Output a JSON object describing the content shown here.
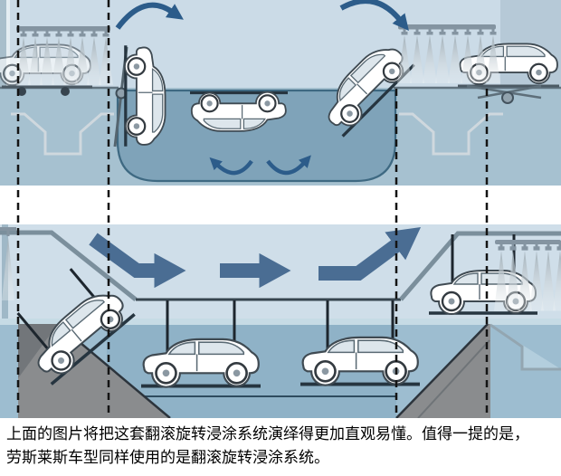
{
  "caption": {
    "line1": "上面的图片将把这套翻滚旋转浸涂系统演绎得更加直观易懂。值得一提的是，",
    "line2": "劳斯莱斯车型同样使用的是翻滚旋转浸涂系统。"
  },
  "colors": {
    "panel_bg_top": "#cbdbe7",
    "panel_bg_bottom": "#cfdee9",
    "corner_block": "#b6c9d7",
    "tank_liquid_dark": "#7fa3b9",
    "floor_liquid": "#a6c1d0",
    "liquid_light": "#9dbdd0",
    "surface_band": "#c6dbe5",
    "block_arrow_blue": "#4a6d93",
    "arc_arrow_blue": "#2c5c8a",
    "ramp_gray": "#8a8c8e",
    "rail_gray": "#7b8f9c",
    "spray_bar_gray": "#8494a1",
    "car_body": "#ffffff",
    "dash_line": "#141414",
    "caption_text": "#000000"
  },
  "panels": {
    "top": {
      "name": "rotational-dip-rotation-view",
      "stations": [
        "exit-spray-station",
        "rotation-dip-tank",
        "entry-spray-station",
        "entry-lift-platform"
      ],
      "cars": [
        "car-on-trolley-under-spray",
        "car-rotating-vertical",
        "car-inverted-submerged",
        "car-tilting-into-tank",
        "car-on-lift-platform"
      ],
      "arrows": [
        "rotation-arc-left",
        "rotation-arc-right",
        "tank-swirl-arc-left",
        "tank-swirl-arc-right"
      ]
    },
    "bottom": {
      "name": "conveyor-dip-line-view",
      "stations": [
        "entry-nozzle",
        "exit-spray-station"
      ],
      "cars": [
        "car-descending-entry-ramp",
        "car-submerged-1",
        "car-submerged-2",
        "car-ascending-exit"
      ],
      "arrows": [
        "flow-arrow-bend-down",
        "flow-arrow-right",
        "flow-arrow-bend-up"
      ]
    }
  }
}
